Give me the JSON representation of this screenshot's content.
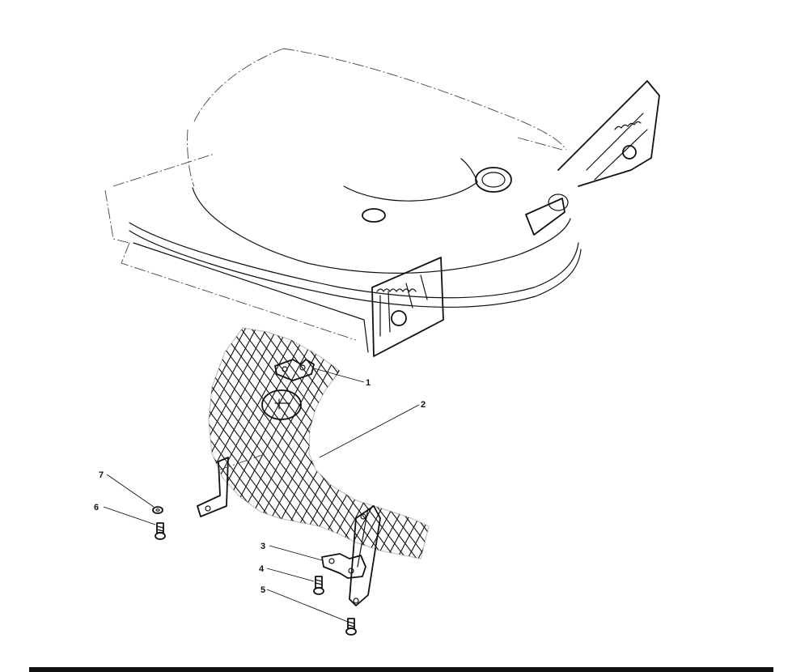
{
  "diagram": {
    "parts": [
      {
        "number": "1",
        "name": "bracket-upper"
      },
      {
        "number": "2",
        "name": "mesh-screen"
      },
      {
        "number": "3",
        "name": "bracket-lower"
      },
      {
        "number": "4",
        "name": "screw-lower-a"
      },
      {
        "number": "5",
        "name": "screw-lower-b"
      },
      {
        "number": "6",
        "name": "screw-left"
      },
      {
        "number": "7",
        "name": "washer-left"
      }
    ]
  }
}
